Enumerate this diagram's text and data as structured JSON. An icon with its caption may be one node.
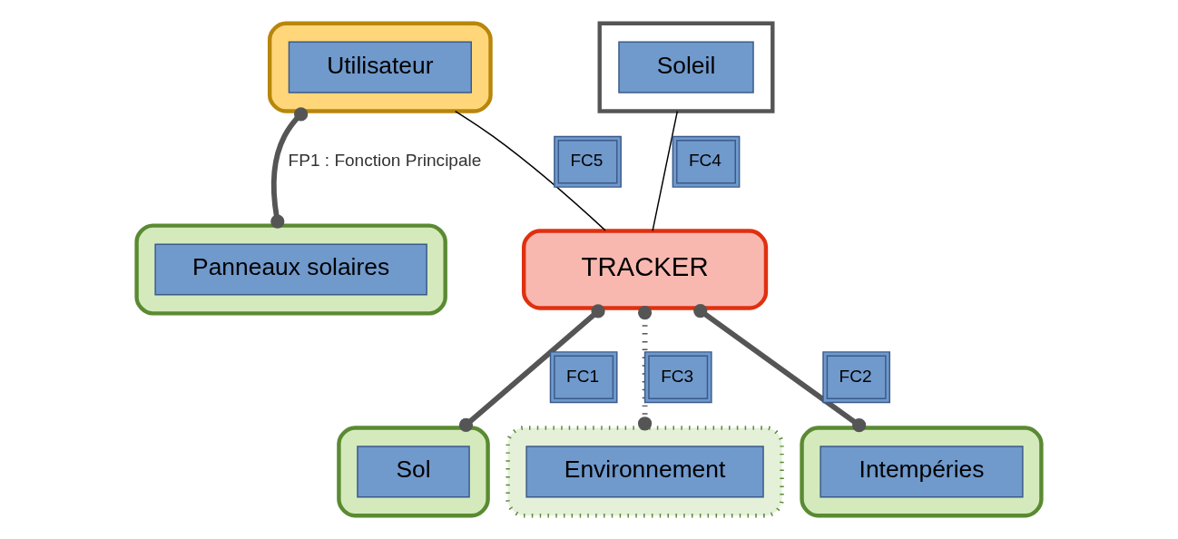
{
  "diagram": {
    "nodes": [
      {
        "text": [],
        "shape": "box"
      },
      {
        "text": [
          "Utilisateur"
        ],
        "in": 0
      },
      {
        "text": [],
        "shape": "box"
      },
      {
        "text": [
          "Panneaux solaires"
        ],
        "in": 2
      },
      {
        "text": [
          "TRACKER"
        ]
      },
      {
        "text": [],
        "shape": "box"
      },
      {
        "text": [
          "Sol"
        ],
        "in": 5
      },
      {
        "text": [],
        "shape": "box"
      },
      {
        "text": [
          "Soleil"
        ],
        "in": 7
      },
      {
        "text": [],
        "shape": "box"
      },
      {
        "text": [
          "Environnement"
        ],
        "in": 9
      },
      {
        "text": [],
        "shape": "box"
      },
      {
        "text": [
          "Intempéries"
        ],
        "in": 11
      }
    ],
    "edges": [
      {
        "from": 0,
        "to": 2,
        "arrow": "other",
        "label": "FP1 : Fonction Principale"
      },
      {
        "from": 0,
        "to": 4,
        "arrow": "none",
        "label": "FC5",
        "color": "#000000"
      },
      {
        "from": 4,
        "to": 5,
        "arrow": "other",
        "label": "FC1"
      },
      {
        "from": 4,
        "to": 11,
        "arrow": "other",
        "label": "FC2"
      },
      {
        "from": 4,
        "to": 9,
        "arrow": "other",
        "label": "FC3",
        "style": "dashed"
      },
      {
        "from": 7,
        "to": 4,
        "arrow": "none",
        "label": "FC4",
        "color": "#000000"
      }
    ]
  }
}
